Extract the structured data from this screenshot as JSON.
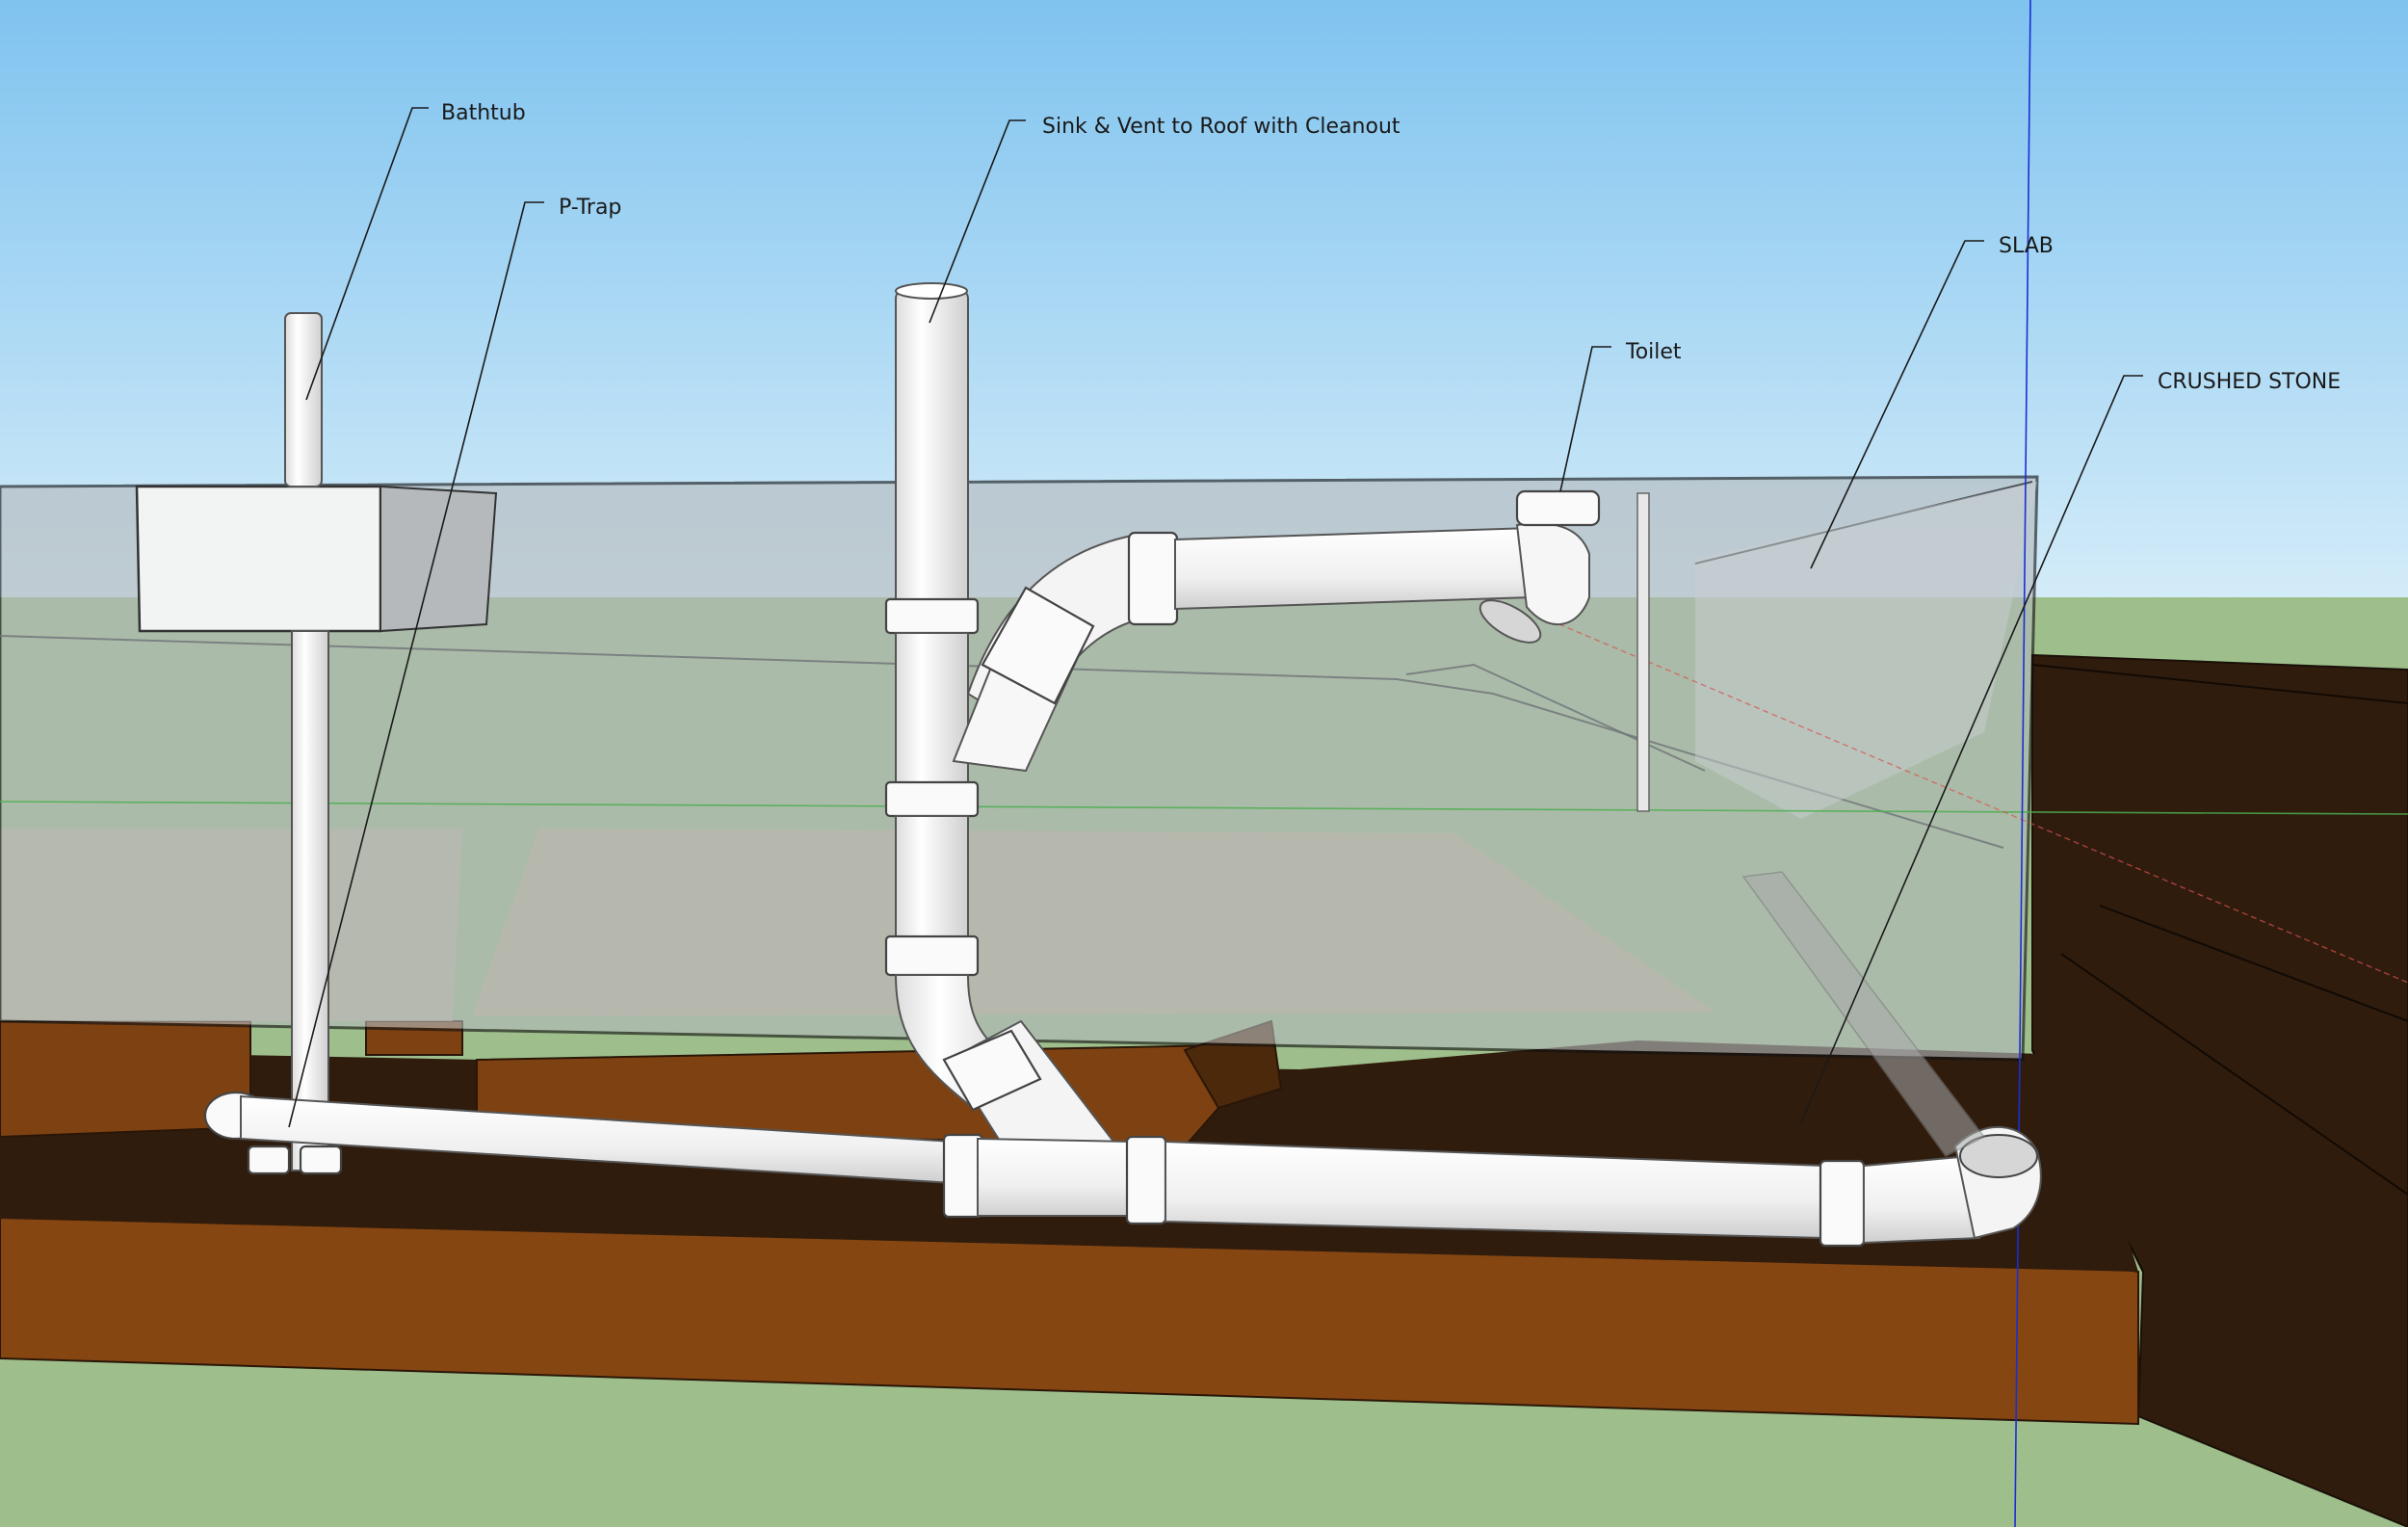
{
  "labels": {
    "bathtub": "Bathtub",
    "p_trap": "P-Trap",
    "sink_vent": "Sink & Vent to Roof with Cleanout",
    "toilet": "Toilet",
    "slab": "SLAB",
    "crushed_stone": "CRUSHED STONE"
  },
  "colors": {
    "sky_top": "#7fc3ef",
    "sky_bottom": "#d9eef9",
    "ground": "#9ebf8c",
    "soil_light": "#864612",
    "soil_dark": "#2f1c0d",
    "slab_glass": "#b9bec2",
    "pipe": "#f3f3f3",
    "axis_red": "#d9534f",
    "axis_green": "#4caf50",
    "axis_blue": "#1a2fd1"
  }
}
